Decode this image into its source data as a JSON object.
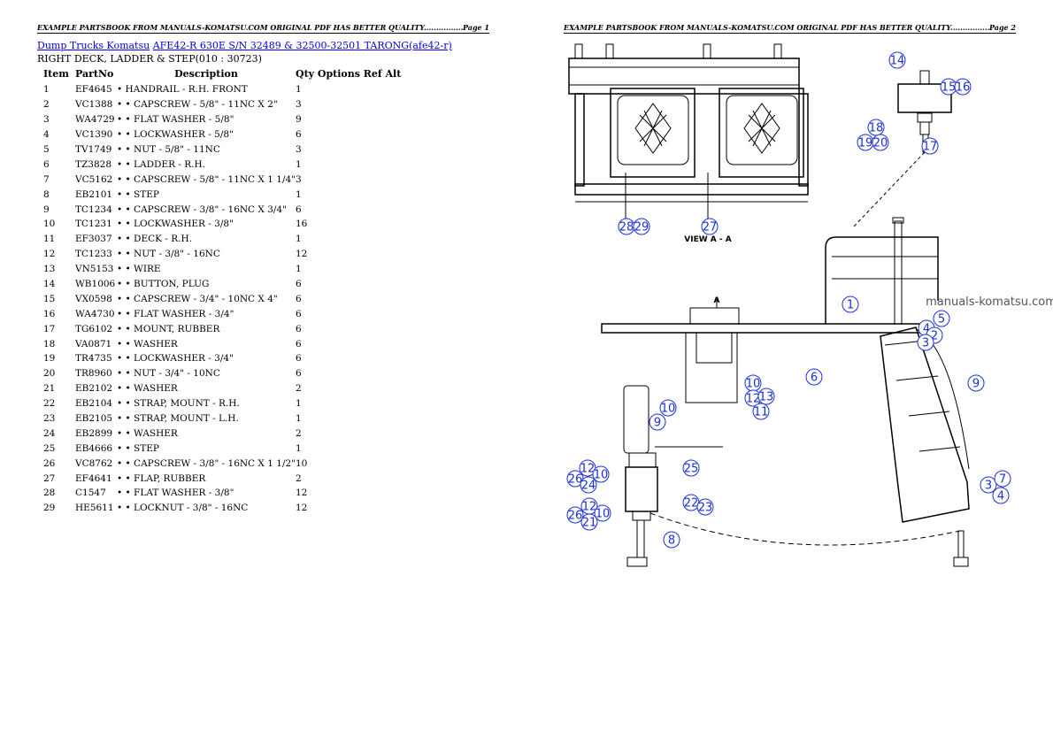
{
  "pages": [
    {
      "banner": "EXAMPLE PARTSBOOK FROM MANUALS-KOMATSU.COM ORIGINAL PDF HAS BETTER QUALITY.................",
      "page_label": "Page 1"
    },
    {
      "banner": "EXAMPLE PARTSBOOK FROM MANUALS-KOMATSU.COM ORIGINAL PDF HAS BETTER QUALITY.................",
      "page_label": "Page 2"
    }
  ],
  "breadcrumb": {
    "link1": "Dump Trucks Komatsu",
    "link2": "AFE42-R 630E S/N 32489 & 32500-32501 TARONG(afe42-r)"
  },
  "subtitle": "RIGHT DECK, LADDER & STEP(010 : 30723)",
  "table": {
    "headers": {
      "item": "Item",
      "partno": "PartNo",
      "description": "Description",
      "rest": "Qty Options Ref Alt"
    },
    "rows": [
      {
        "item": "1",
        "partno": "EF4645",
        "description": "• HANDRAIL - R.H. FRONT",
        "qty": "1"
      },
      {
        "item": "2",
        "partno": "VC1388",
        "description": "• • CAPSCREW - 5/8\" - 11NC X 2\"",
        "qty": "3"
      },
      {
        "item": "3",
        "partno": "WA4729",
        "description": "• • FLAT WASHER - 5/8\"",
        "qty": "9"
      },
      {
        "item": "4",
        "partno": "VC1390",
        "description": "• • LOCKWASHER - 5/8\"",
        "qty": "6"
      },
      {
        "item": "5",
        "partno": "TV1749",
        "description": "• • NUT - 5/8\" - 11NC",
        "qty": "3"
      },
      {
        "item": "6",
        "partno": "TZ3828",
        "description": "• • LADDER - R.H.",
        "qty": "1"
      },
      {
        "item": "7",
        "partno": "VC5162",
        "description": "• • CAPSCREW - 5/8\" - 11NC X 1 1/4\"",
        "qty": "3"
      },
      {
        "item": "8",
        "partno": "EB2101",
        "description": "• • STEP",
        "qty": "1"
      },
      {
        "item": "9",
        "partno": "TC1234",
        "description": "• • CAPSCREW - 3/8\" - 16NC X 3/4\"",
        "qty": "6"
      },
      {
        "item": "10",
        "partno": "TC1231",
        "description": "• • LOCKWASHER - 3/8\"",
        "qty": "16"
      },
      {
        "item": "11",
        "partno": "EF3037",
        "description": "• • DECK - R.H.",
        "qty": "1"
      },
      {
        "item": "12",
        "partno": "TC1233",
        "description": "• • NUT - 3/8\" - 16NC",
        "qty": "12"
      },
      {
        "item": "13",
        "partno": "VN5153",
        "description": "• • WIRE",
        "qty": "1"
      },
      {
        "item": "14",
        "partno": "WB1006",
        "description": "• • BUTTON, PLUG",
        "qty": "6"
      },
      {
        "item": "15",
        "partno": "VX0598",
        "description": "• • CAPSCREW - 3/4\" - 10NC X 4\"",
        "qty": "6"
      },
      {
        "item": "16",
        "partno": "WA4730",
        "description": "• • FLAT WASHER - 3/4\"",
        "qty": "6"
      },
      {
        "item": "17",
        "partno": "TG6102",
        "description": "• • MOUNT, RUBBER",
        "qty": "6"
      },
      {
        "item": "18",
        "partno": "VA0871",
        "description": "• • WASHER",
        "qty": "6"
      },
      {
        "item": "19",
        "partno": "TR4735",
        "description": "• • LOCKWASHER - 3/4\"",
        "qty": "6"
      },
      {
        "item": "20",
        "partno": "TR8960",
        "description": "• • NUT - 3/4\" - 10NC",
        "qty": "6"
      },
      {
        "item": "21",
        "partno": "EB2102",
        "description": "• • WASHER",
        "qty": "2"
      },
      {
        "item": "22",
        "partno": "EB2104",
        "description": "• • STRAP, MOUNT - R.H.",
        "qty": "1"
      },
      {
        "item": "23",
        "partno": "EB2105",
        "description": "• • STRAP, MOUNT - L.H.",
        "qty": "1"
      },
      {
        "item": "24",
        "partno": "EB2899",
        "description": "• • WASHER",
        "qty": "2"
      },
      {
        "item": "25",
        "partno": "EB4666",
        "description": "• • STEP",
        "qty": "1"
      },
      {
        "item": "26",
        "partno": "VC8762",
        "description": "• • CAPSCREW - 3/8\" - 16NC X 1 1/2\"",
        "qty": "10"
      },
      {
        "item": "27",
        "partno": "EF4641",
        "description": "• • FLAP, RUBBER",
        "qty": "2"
      },
      {
        "item": "28",
        "partno": "C1547",
        "description": "• • FLAT WASHER - 3/8\"",
        "qty": "12"
      },
      {
        "item": "29",
        "partno": "HE5611",
        "description": "• • LOCKNUT - 3/8\" - 16NC",
        "qty": "12"
      }
    ]
  },
  "diagram": {
    "view_label": "VIEW A - A",
    "section_mark": "A",
    "watermark": "manuals-komatsu.com",
    "callouts": [
      "14",
      "15",
      "16",
      "18",
      "19",
      "20",
      "17",
      "28",
      "29",
      "27",
      "1",
      "5",
      "4",
      "2",
      "3",
      "9",
      "10",
      "12",
      "13",
      "11",
      "6",
      "10",
      "9",
      "25",
      "12",
      "26",
      "10",
      "24",
      "22",
      "23",
      "12",
      "26",
      "21",
      "10",
      "8",
      "3",
      "7",
      "4"
    ]
  },
  "colors": {
    "link": "#0000ee",
    "callout": "#1b2fd6"
  }
}
